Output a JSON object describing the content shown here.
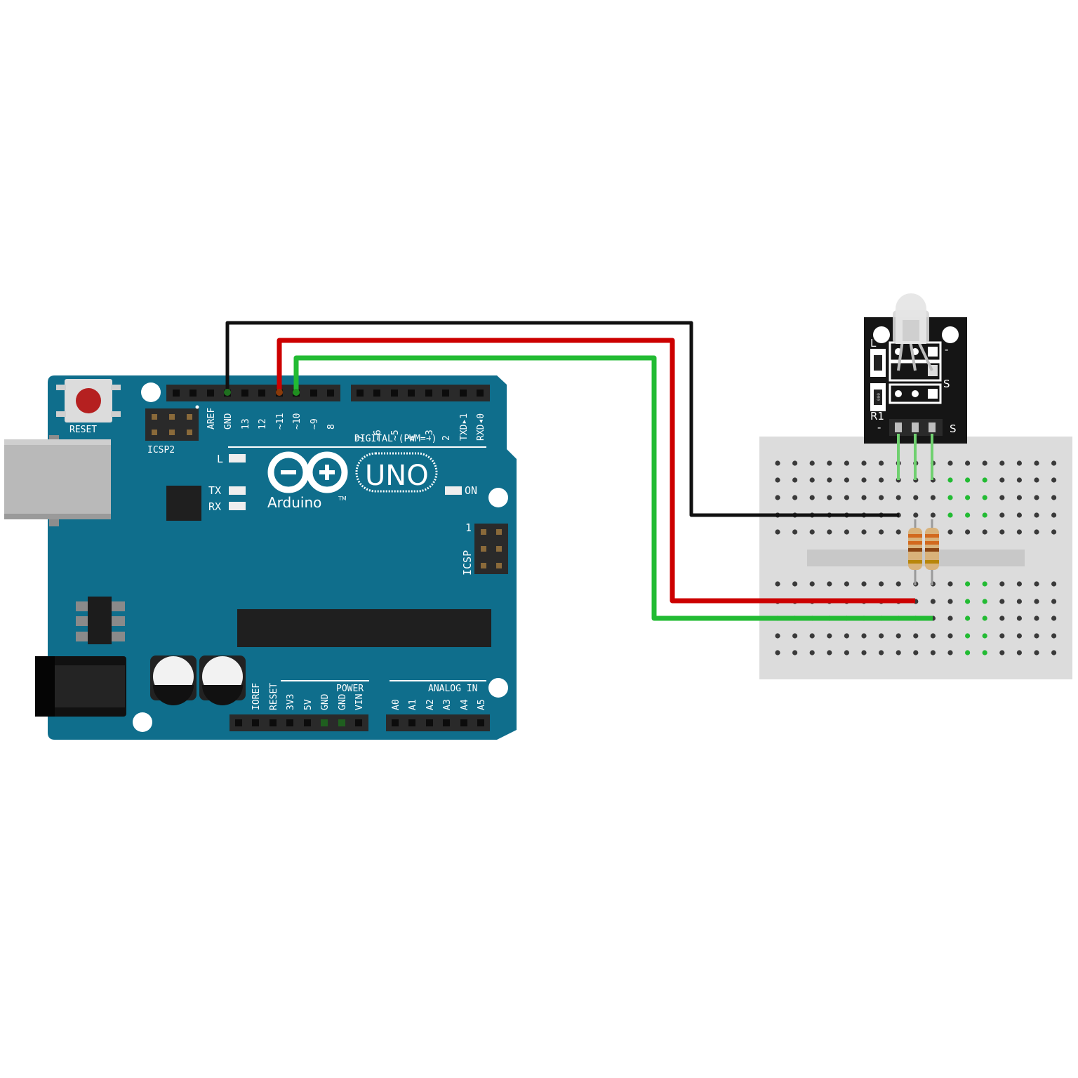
{
  "board": {
    "reset_label": "RESET",
    "icsp2_label": "ICSP2",
    "icsp_label": "ICSP",
    "icsp_pin1_label": "1",
    "digital_header_label": "DIGITAL (PWM=~)",
    "digital_pins_left": [
      "AREF",
      "GND",
      "13",
      "12",
      "~11",
      "~10",
      "~9",
      "8"
    ],
    "digital_pins_right": [
      "7",
      "~6",
      "~5",
      "4",
      "~3",
      "2",
      "TXD▸1",
      "RXD◂0"
    ],
    "led_l_label": "L",
    "led_tx_label": "TX",
    "led_rx_label": "RX",
    "led_on_label": "ON",
    "logo_uno": "UNO",
    "logo_arduino": "Arduino",
    "logo_tm": "TM",
    "power_header_label": "POWER",
    "power_pins": [
      "IOREF",
      "RESET",
      "3V3",
      "5V",
      "GND",
      "GND",
      "VIN"
    ],
    "analog_header_label": "ANALOG IN",
    "analog_pins": [
      "A0",
      "A1",
      "A2",
      "A3",
      "A4",
      "A5"
    ]
  },
  "module": {
    "label_l": "L",
    "label_minus_top": "-",
    "label_s_top": "S",
    "label_r1": "R1",
    "label_minus_bottom": "-",
    "label_s_bottom": "S",
    "smd_code": "000"
  },
  "wires": [
    {
      "name": "gnd-wire",
      "color": "#111111",
      "from": "GND",
      "to": "module -"
    },
    {
      "name": "pin11-wire",
      "color": "#cc0000",
      "from": "~11",
      "to": "resistor 1"
    },
    {
      "name": "pin10-wire",
      "color": "#22bb33",
      "from": "~10",
      "to": "resistor 2"
    }
  ],
  "colors": {
    "board": "#0f6e8c",
    "breadboard": "#dcdcdc",
    "module_pcb": "#151515",
    "header": "#2a2a2a",
    "reset_button": "#b52020"
  }
}
